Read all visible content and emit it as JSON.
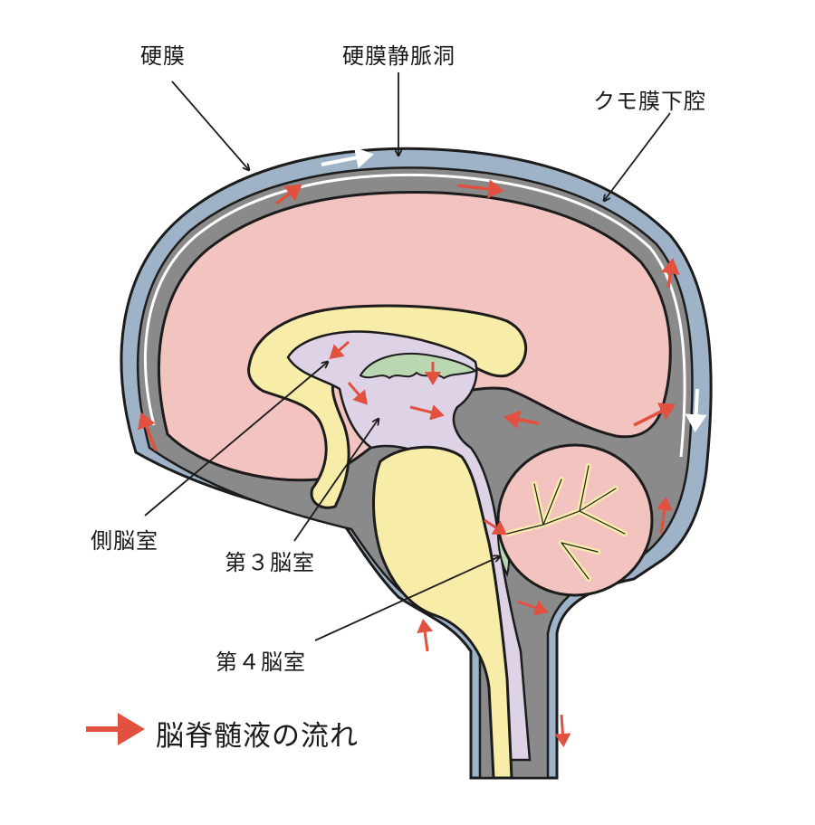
{
  "labels": {
    "dura": "硬膜",
    "dural_sinus": "硬膜静脈洞",
    "subarachnoid": "クモ膜下腔",
    "lateral_ventricle": "側脳室",
    "third_ventricle": "第３脳室",
    "fourth_ventricle": "第４脳室"
  },
  "legend": {
    "text": "脳脊髄液の流れ"
  },
  "colors": {
    "dura": "#9fb3c8",
    "subarachnoid_gray": "#8a8a8a",
    "cerebrum": "#f2c3bf",
    "deep_yellow": "#f7eda9",
    "ventricle": "#ddd2e6",
    "choroid": "#b9d8b2",
    "csf_arrow": "#e2503f",
    "sinus_arrow": "#ffffff",
    "outline": "#1c1c1c"
  }
}
